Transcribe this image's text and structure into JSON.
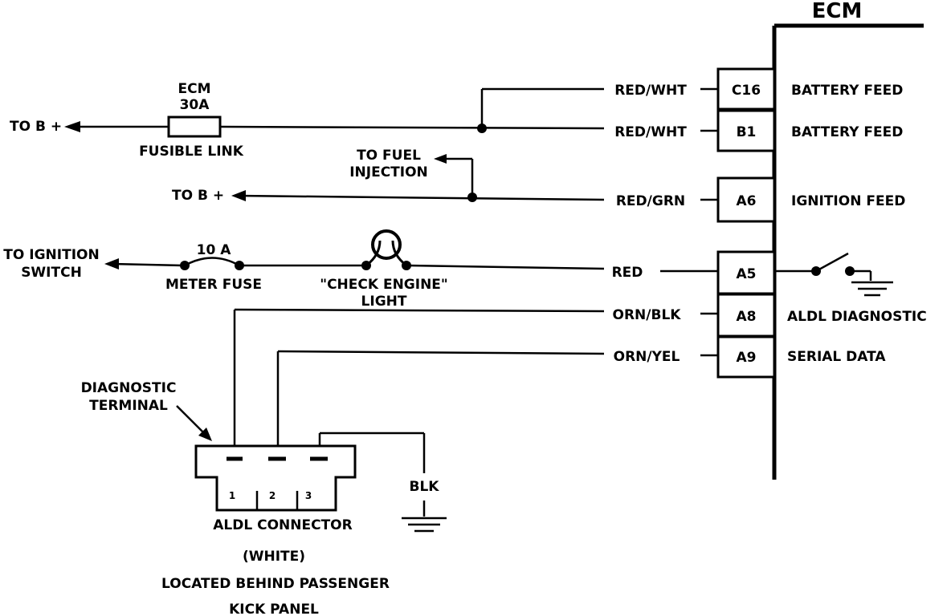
{
  "ecm": {
    "title": "ECM"
  },
  "pins": [
    {
      "id": "C16",
      "wire": "RED/WHT",
      "function": "BATTERY FEED"
    },
    {
      "id": "B1",
      "wire": "RED/WHT",
      "function": "BATTERY FEED"
    },
    {
      "id": "A6",
      "wire": "RED/GRN",
      "function": "IGNITION FEED"
    },
    {
      "id": "A5",
      "wire": "RED",
      "function": ""
    },
    {
      "id": "A8",
      "wire": "ORN/BLK",
      "function": "ALDL DIAGNOSTIC"
    },
    {
      "id": "A9",
      "wire": "ORN/YEL",
      "function": "SERIAL DATA"
    }
  ],
  "fusible_link": {
    "rating_1": "ECM",
    "rating_2": "30A",
    "label": "FUSIBLE LINK"
  },
  "to_b_plus_1": "TO B +",
  "to_b_plus_2": "TO B +",
  "to_fuel_injection": {
    "line_1": "TO FUEL",
    "line_2": "INJECTION"
  },
  "to_ignition_switch": {
    "line_1": "TO IGNITION",
    "line_2": "SWITCH"
  },
  "meter_fuse": {
    "rating": "10 A",
    "label": "METER FUSE"
  },
  "check_engine_light": {
    "line_1": "\"CHECK ENGINE\"",
    "line_2": "LIGHT"
  },
  "diagnostic_terminal": {
    "line_1": "DIAGNOSTIC",
    "line_2": "TERMINAL"
  },
  "aldl_connector": {
    "pins": [
      "1",
      "2",
      "3"
    ],
    "ground_wire": "BLK",
    "label": "ALDL CONNECTOR",
    "color": "(WHITE)",
    "location_1": "LOCATED BEHIND PASSENGER",
    "location_2": "KICK PANEL"
  }
}
